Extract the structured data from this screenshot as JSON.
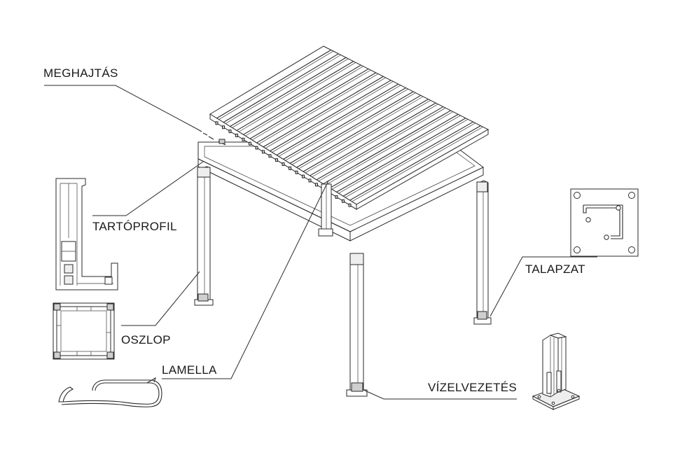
{
  "labels": {
    "meghajtas": "MEGHAJTÁS",
    "tartoprofil": "TARTÓPROFIL",
    "oszlop": "OSZLOP",
    "lamella": "LAMELLA",
    "talapzat": "TALAPZAT",
    "vizelvezetes": "VÍZELVEZETÉS"
  }
}
